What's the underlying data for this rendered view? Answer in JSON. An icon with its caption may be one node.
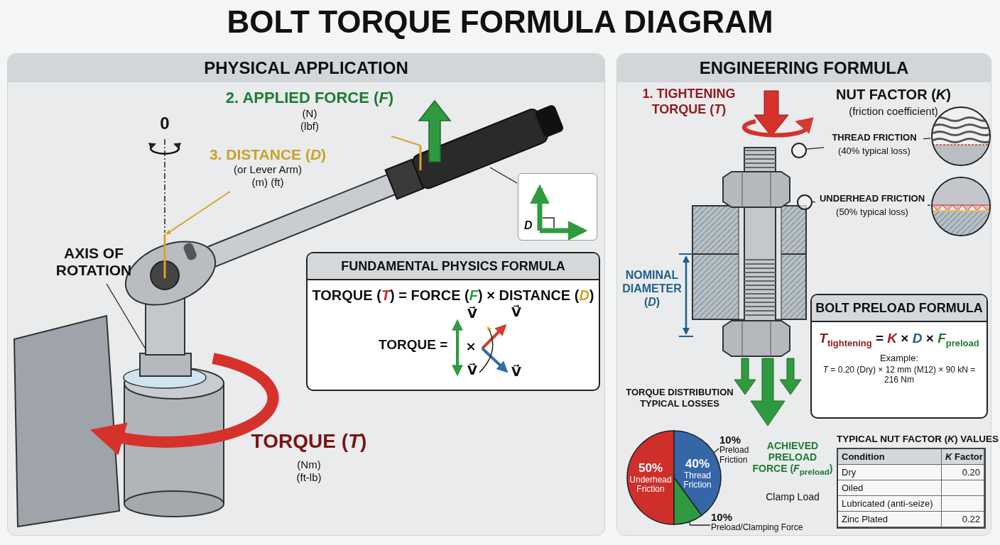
{
  "diagram": {
    "title": "BOLT TORQUE FORMULA DIAGRAM",
    "nodes": [
      {
        "text": [
          "PHYSICAL APPLICATION"
        ]
      },
      {
        "text": [
          "2. APPLIED FORCE (*F*)",
          "(N) (lbf)"
        ],
        "in": 0
      },
      {
        "text": [
          "3. DISTANCE (*D*)",
          "(or Lever Arm) (m) (ft)"
        ],
        "in": 0
      },
      {
        "text": [
          "D"
        ],
        "in": 0
      },
      {
        "text": [
          "AXIS OF ROTATION"
        ],
        "in": 0
      },
      {
        "text": [
          "FUNDAMENTAL PHYSICS FORMULA",
          "TORQUE (*T*) = FORCE (*F*) × DISTANCE (*D*)",
          "V⃗",
          "V⃗",
          "TORQUE =",
          "×",
          "V⃗",
          "V⃗"
        ],
        "in": 0
      },
      {
        "text": [
          "ENGINEERING FORMULA"
        ]
      },
      {
        "text": [
          "THREAD FRICTION",
          "(40% typical loss)"
        ],
        "in": 6
      },
      {
        "text": [],
        "shape": "circle",
        "in": 6
      },
      {
        "text": [],
        "shape": "circle",
        "in": 6
      },
      {
        "text": [
          "UNDERHEAD FRICTION",
          "(50% typical loss)"
        ],
        "in": 6
      },
      {
        "text": [],
        "shape": "circle",
        "in": 6
      },
      {
        "text": [],
        "shape": "circle",
        "in": 6
      },
      {
        "text": [
          "BOLT PRELOAD FORMULA",
          "*T*$_{tightening}$ = *K* × *D* × *F*$_{preload}$",
          "Example:",
          "*T* = 0.20 (Dry) × 12 mm (M12) × 90 kN = 216 Nm"
        ],
        "in": 6
      },
      {
        "text": [
          "50%",
          "Underhead Friction"
        ],
        "in": 6
      },
      {
        "text": [
          "40%",
          "Thread Friction"
        ],
        "in": 6
      },
      {
        "text": [],
        "shape": "wedge",
        "in": 6
      },
      {
        "text": [
          "10%",
          "Preload Friction"
        ],
        "in": 6
      },
      {
        "text": [
          "10%",
          "Preload/Clamping Force"
        ],
        "in": 6
      }
    ],
    "edges": [
      {
        "from": 1,
        "to": null,
        "arrow": "none",
        "color": "#d4a52a"
      },
      {
        "from": 2,
        "to": null,
        "arrow": "to",
        "color": "#d4a52a"
      },
      {
        "from": 4,
        "to": null,
        "arrow": "none"
      },
      {
        "from": null,
        "to": 3,
        "arrow": "none"
      },
      {
        "from": 7,
        "to": 8,
        "arrow": "none"
      },
      {
        "from": 7,
        "to": 9,
        "arrow": "none"
      },
      {
        "from": 10,
        "to": 11,
        "arrow": "none"
      },
      {
        "from": 10,
        "to": 12,
        "arrow": "none"
      },
      {
        "from": 17,
        "to": 15,
        "arrow": "none"
      },
      {
        "from": 18,
        "to": 16,
        "arrow": "none"
      }
    ],
    "labels": [
      "0",
      "TORQUE (*T*)",
      "(Nm) (ft-lb)",
      "1. TIGHTENING TORQUE (*T*)",
      "NUT FACTOR (*K*)",
      "(friction coefficient)",
      "NOMINAL DIAMETER (*D*)",
      "TORQUE DISTRIBUTION TYPICAL LOSSES",
      "ACHIEVED PRELOAD FORCE (*F*$_{preload}$)",
      "Clamp Load",
      "TYPICAL NUT FACTOR (*K*) VALUES",
      "Condition",
      "*K* Factor",
      "Dry",
      "0.20",
      "Oiled",
      "Lubricated (anti-seize)",
      "Zinc Plated",
      "0.22"
    ]
  }
}
